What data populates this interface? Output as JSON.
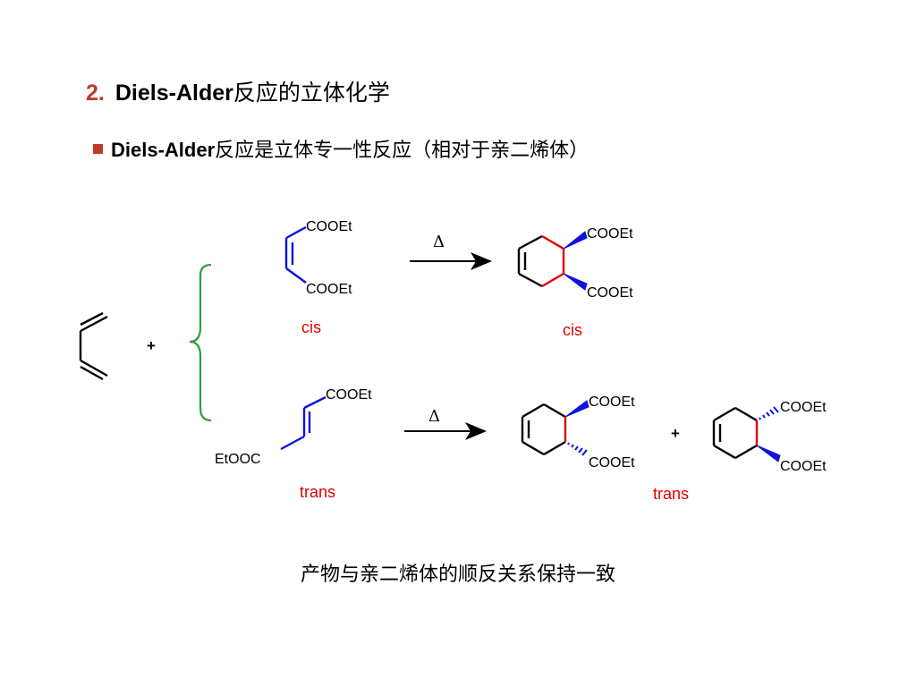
{
  "title": {
    "number": "2.",
    "latin": "Diels-Alder",
    "chinese": "反应的立体化学"
  },
  "bullet": {
    "latin": "Diels-Alder",
    "chinese": "反应是立体专一性反应（相对于亲二烯体）"
  },
  "scheme": {
    "plus": "+",
    "heat_symbol": "Δ",
    "cis_dienophile": {
      "group_top": "COOEt",
      "group_bottom": "COOEt",
      "label": "cis"
    },
    "trans_dienophile": {
      "group_top": "COOEt",
      "group_bottom": "EtOOC",
      "label": "trans"
    },
    "cis_product": {
      "group_top": "COOEt",
      "group_bottom": "COOEt",
      "label": "cis"
    },
    "trans_product_a": {
      "group_top": "COOEt",
      "group_bottom": "COOEt"
    },
    "trans_product_b": {
      "group_top": "COOEt",
      "group_bottom": "COOEt"
    },
    "trans_label": "trans"
  },
  "conclusion": "产物与亲二烯体的顺反关系保持一致",
  "colors": {
    "accent_red": "#e00000",
    "bond_blue": "#1010e0",
    "brace_green": "#2e9e3e",
    "bond_black": "#000000"
  }
}
